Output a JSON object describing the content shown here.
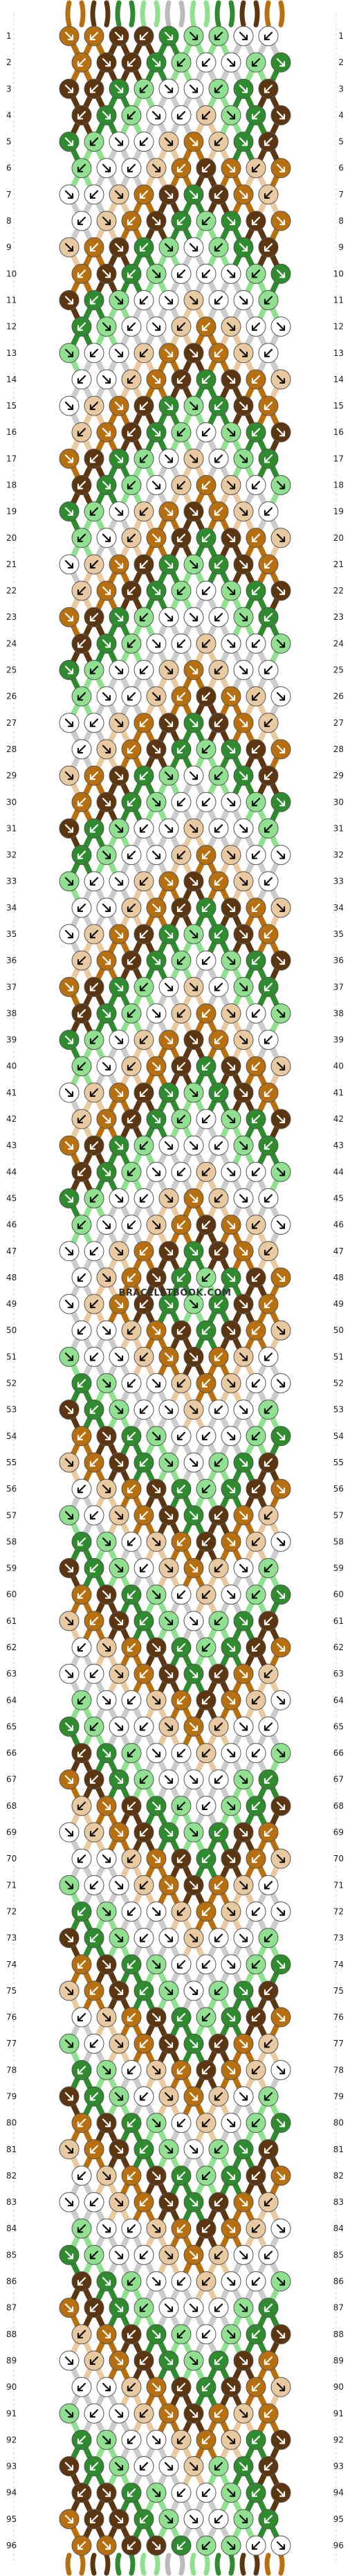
{
  "pattern": {
    "rows": 96,
    "columns": 9,
    "strings": 18,
    "watermark": "BRACELETBOOK.COM",
    "colors": {
      "B": "#5c3511",
      "G": "#2e8b2e",
      "L": "#8fe08f",
      "W": "#ffffff",
      "O": "#b8700f",
      "T": "#e9c9a0"
    },
    "initial_strings": [
      "O",
      "O",
      "B",
      "B",
      "G",
      "G",
      "L",
      "L",
      "W",
      "W",
      "L",
      "L",
      "G",
      "G",
      "B",
      "B",
      "O",
      "O"
    ],
    "row_labels": [
      "1",
      "2",
      "3",
      "4",
      "5",
      "6",
      "7",
      "8",
      "9",
      "10",
      "11",
      "12",
      "13",
      "14",
      "15",
      "16",
      "17",
      "18",
      "19",
      "20",
      "21",
      "22",
      "23",
      "24",
      "25",
      "26",
      "27",
      "28",
      "29",
      "30",
      "31",
      "32",
      "33",
      "34",
      "35",
      "36",
      "37",
      "38",
      "39",
      "40",
      "41",
      "42",
      "43",
      "44",
      "45",
      "46",
      "47",
      "48",
      "49",
      "50",
      "51",
      "52",
      "53",
      "54",
      "55",
      "56",
      "57",
      "58",
      "59",
      "60",
      "61",
      "62",
      "63",
      "64",
      "65",
      "66",
      "67",
      "68",
      "69",
      "70",
      "71",
      "72",
      "73",
      "74",
      "75",
      "76",
      "77",
      "78",
      "79",
      "80",
      "81",
      "82",
      "83",
      "84",
      "85",
      "86",
      "87",
      "88",
      "89",
      "90",
      "91",
      "92",
      "93",
      "94",
      "95",
      "96"
    ],
    "knot_rows": [
      "OOBBGLLWW",
      "OBBGLWWLG",
      "BBGLWWLGB",
      "BGLWWTLGB",
      "GLWWTOTGB",
      "LWWTOBOTO",
      "WWTOBGBOT",
      "WTOBGLGBO",
      "TOBGLWLGB",
      "OBGLWWWLG",
      "BGLWWTWWL",
      "GLWWTOTWW",
      "LWWTOBOTW",
      "WWTOBGBOT",
      "WTOBGLGBO",
      "TOBGLWLGB",
      "OBGLWTWLG",
      "BGLWTOTWL",
      "GLWTOBOTW",
      "LWTOBGBOT",
      "WTOBGLGBO",
      "TOBGLWLGB",
      "OBGLWWWLG",
      "BGLWWTWWL",
      "GLWWTOTWW",
      "LWWTOBOTW",
      "WWTOBGBOT",
      "WTOBGLGBO",
      "TOBGLWLGB",
      "OBGLWWWLG",
      "BGLWWTWWL",
      "GLWWTOTWW",
      "LWWTOBOTW",
      "WWTOBGBOT",
      "WTOBGLGBO",
      "TOBGLWLGB",
      "OBGLWTWLG",
      "BGLWTOTWL",
      "GLWTOBOTW",
      "LWTOBGBOT",
      "WTOBGLGBO",
      "TOBGLWLGB",
      "OBGLWWWLG",
      "BGLWWTWWL",
      "GLWWTOTWW",
      "LWWTOBOTW",
      "WWTOBGBOT",
      "WTOBGLGBO",
      "WTOBGLGBO",
      "WWTOBGBOT",
      "LWWTOBOTW",
      "GLWWTOTWW",
      "BGLWWTWWL",
      "OBGLWWWLG",
      "TOBGLWLGB",
      "WTOBGLGBO",
      "LWTOBGBOT",
      "GLWTOBOTW",
      "BGLWTOTWL",
      "OBGLWTWLG",
      "TOBGLWLGB",
      "WTOBGLGBO",
      "WWTOBGBOT",
      "LWWTOBOTW",
      "GLWWTOTWW",
      "BGLWWTWWL",
      "OBGLWWWLG",
      "TOBGLWLGB",
      "WTOBGLGBO",
      "WWTOBGBOT",
      "LWWTOBOTW",
      "GLWWTOTWW",
      "BGLWWTWWL",
      "OBGLWWWLG",
      "TOBGLWLGB",
      "WTOBGLGBO",
      "LWTOBGBOT",
      "GLWTOBOTW",
      "BGLWTOTWL",
      "OBGLWTWLG",
      "TOBGLWLGB",
      "WTOBGLGBO",
      "WWTOBGBOT",
      "LWWTOBOTW",
      "GLWWTOTWW",
      "BGLWWTWWL",
      "OBGLWWWLG",
      "TOBGLWLGB",
      "WTOBGLGBO",
      "WWTOBGBOT",
      "LWWTOBOTO",
      "GLWWTOTGB",
      "BGLWWTLGB",
      "BBGLWWLGB",
      "OBBGLWWLG",
      "OOBBGLLWW"
    ]
  }
}
